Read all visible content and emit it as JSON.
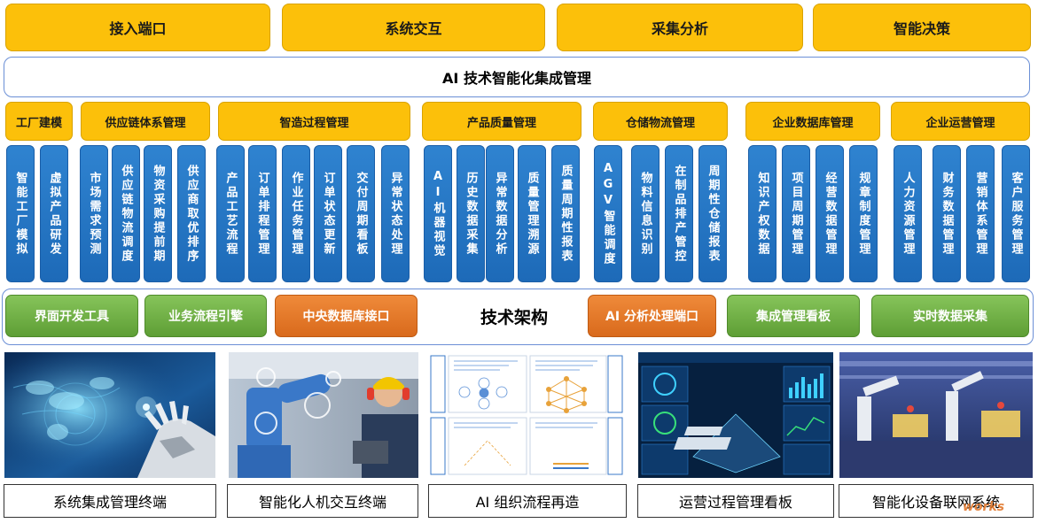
{
  "top_tiers": [
    "接入端口",
    "系统交互",
    "采集分析",
    "智能决策"
  ],
  "ai_bar": "AI 技术智能化集成管理",
  "categories": [
    {
      "label": "工厂建模",
      "items": [
        "智能工厂模拟",
        "虚拟产品研发"
      ]
    },
    {
      "label": "供应链体系管理",
      "items": [
        "市场需求预测",
        "供应链物流调度",
        "物资采购提前期",
        "供应商取优排序"
      ]
    },
    {
      "label": "智造过程管理",
      "items": [
        "产品工艺流程",
        "订单排程管理",
        "作业任务管理",
        "订单状态更新",
        "交付周期看板",
        "异常状态处理"
      ]
    },
    {
      "label": "产品质量管理",
      "items": [
        "AI机器视觉",
        "历史数据采集",
        "异常数据分析",
        "质量管理溯源",
        "质量周期性报表"
      ]
    },
    {
      "label": "仓储物流管理",
      "items": [
        "AGV智能调度",
        "物料信息识别",
        "在制品排产管控",
        "周期性仓储报表"
      ]
    },
    {
      "label": "企业数据库管理",
      "items": [
        "知识产权数据",
        "项目周期管理",
        "经营数据管理",
        "规章制度管理"
      ]
    },
    {
      "label": "企业运营管理",
      "items": [
        "人力资源管理",
        "财务数据管理",
        "营销体系管理",
        "客户服务管理"
      ]
    }
  ],
  "tech": {
    "title": "技术架构",
    "buttons": [
      "界面开发工具",
      "业务流程引擎",
      "中央数据库接口",
      "AI 分析处理端口",
      "集成管理看板",
      "实时数据采集"
    ]
  },
  "captions": [
    "系统集成管理终端",
    "智能化人机交互终端",
    "AI 组织流程再造",
    "运营过程管理看板",
    "智能化设备联网系统"
  ],
  "watermark": "works",
  "colors": {
    "tier_yellow": "#fcc00a",
    "item_blue": "#2f83d0",
    "tech_green": "#6fb045",
    "tech_orange": "#e57a2b",
    "frame_blue": "#6b8fd6"
  }
}
